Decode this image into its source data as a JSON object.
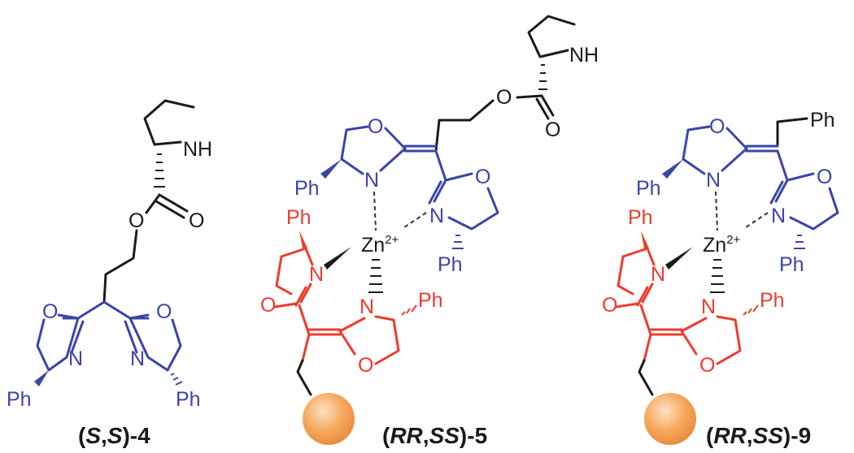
{
  "colors": {
    "black": "#1a1a1a",
    "blue": "#3a45a8",
    "red": "#ef3b2c",
    "bead": "#f6a85c"
  },
  "atoms": {
    "O": "O",
    "N": "N",
    "NH": "NH",
    "Ph": "Ph",
    "Zn": "Zn",
    "charge": "2+"
  },
  "compounds": [
    {
      "id": "S,S-4",
      "label_parts": [
        "(",
        "S",
        ",",
        "S",
        ")-4"
      ]
    },
    {
      "id": "RR,SS-5",
      "label_parts": [
        "(",
        "RR",
        ",",
        "SS",
        ")-5"
      ]
    },
    {
      "id": "RR,SS-9",
      "label_parts": [
        "(",
        "RR",
        ",",
        "SS",
        ")-9"
      ]
    }
  ],
  "icons": {
    "bead": "polymer-support-bead-icon"
  }
}
